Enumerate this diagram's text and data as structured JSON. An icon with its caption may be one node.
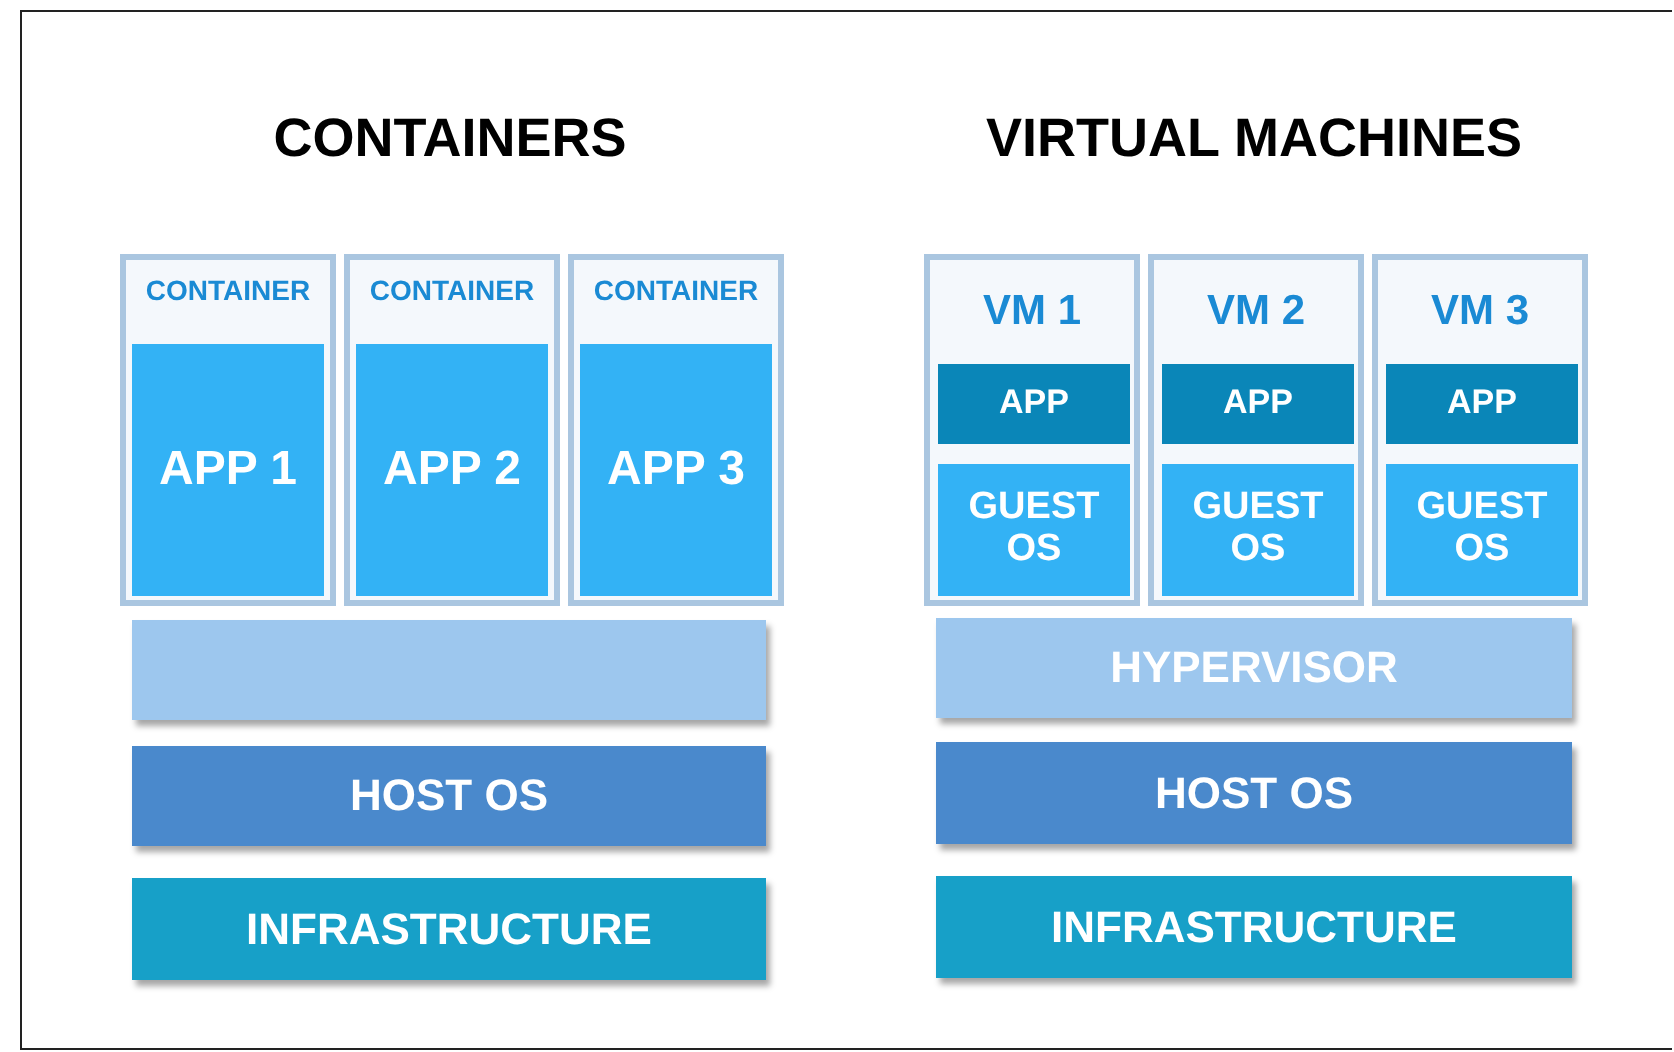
{
  "diagram": {
    "nodes": [
      {
        "text": [
          "CONTAINER"
        ]
      },
      {
        "text": [
          "APP 1"
        ],
        "in": 0
      },
      {
        "text": [
          "CONTAINER"
        ]
      },
      {
        "text": [
          "APP 2"
        ],
        "in": 2
      },
      {
        "text": [
          "CONTAINER"
        ]
      },
      {
        "text": [
          "APP 3"
        ],
        "in": 4
      },
      {
        "text": [],
        "shape": "box"
      },
      {
        "text": [
          "HOST OS"
        ]
      },
      {
        "text": [
          "INFRASTRUCTURE"
        ]
      },
      {
        "text": [
          "VM 1"
        ]
      },
      {
        "text": [
          "APP"
        ],
        "in": 9
      },
      {
        "text": [
          "GUEST OS"
        ],
        "in": 9
      },
      {
        "text": [
          "VM 2"
        ]
      },
      {
        "text": [
          "APP"
        ],
        "in": 12
      },
      {
        "text": [
          "GUEST OS"
        ],
        "in": 12
      },
      {
        "text": [
          "VM 3"
        ]
      },
      {
        "text": [
          "APP"
        ],
        "in": 15
      },
      {
        "text": [
          "GUEST OS"
        ],
        "in": 15
      },
      {
        "text": [
          "HYPERVISOR"
        ]
      },
      {
        "text": [
          "HOST OS"
        ]
      },
      {
        "text": [
          "INFRASTRUCTURE"
        ]
      }
    ],
    "labels": [
      "CONTAINERS",
      "VIRTUAL MACHINES"
    ]
  }
}
